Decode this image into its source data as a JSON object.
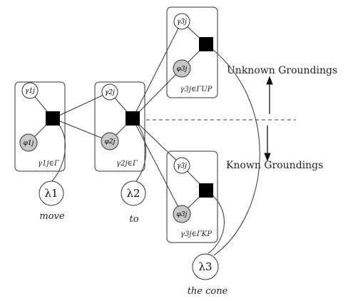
{
  "plates": [
    {
      "gamma": "γ1j",
      "phi": "φ1j",
      "caption": "γ1j∈Γ"
    },
    {
      "gamma": "γ2j",
      "phi": "φ2j",
      "caption": "γ2j∈Γ"
    },
    {
      "gamma": "γ3j",
      "phi": "φ3j",
      "caption": "γ3j∈ΓUP"
    },
    {
      "gamma": "γ3j",
      "phi": "φ3j",
      "caption": "γ3j∈ΓKP"
    }
  ],
  "lambdas": [
    {
      "label": "λ1",
      "word": "move"
    },
    {
      "label": "λ2",
      "word": "to"
    },
    {
      "label": "λ3",
      "word": "the cone"
    }
  ],
  "groundings": {
    "unknown": "Unknown Groundings",
    "known": "Known Groundings"
  },
  "colors": {
    "phi_fill": "#c8c8c8",
    "factor_fill": "#000000",
    "stroke": "#333333"
  }
}
